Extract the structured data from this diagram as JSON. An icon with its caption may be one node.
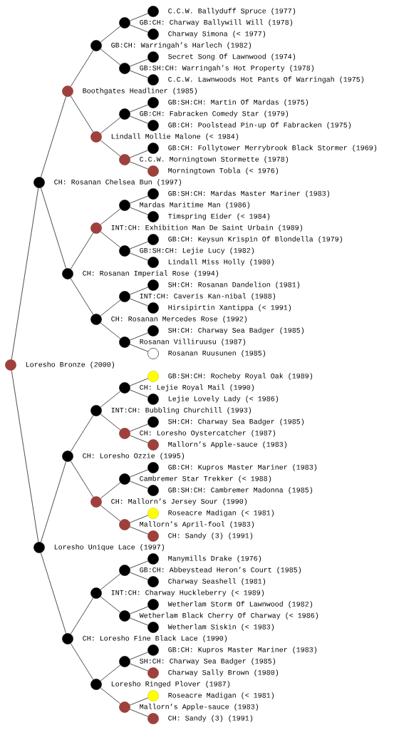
{
  "diagram": {
    "nodes": [
      {
        "text": [
          "C.C.W. Ballyduff Spruce (1977)"
        ]
      },
      {
        "text": [
          "GB:CH: Charway Ballywill Will (1978)"
        ]
      },
      {
        "text": [
          "Charway Simona (< 1977)"
        ]
      },
      {
        "text": [
          "GB:CH: Warringah’s Harlech (1982)"
        ]
      },
      {
        "text": [
          "Secret Song Of Lawnwood (1974)"
        ]
      },
      {
        "text": [
          "GB:SH:CH: Warringah’s Hot Property (1978)"
        ]
      },
      {
        "text": [
          "C.C.W. Lawnwoods Hot Pants Of Warringah (1975)"
        ]
      },
      {
        "text": [
          "Boothgates Headliner (1985)"
        ]
      },
      {
        "text": [
          "GB:SH:CH: Martin Of Mardas (1975)"
        ]
      },
      {
        "text": [
          "GB:CH: Fabracken Comedy Star (1979)"
        ]
      },
      {
        "text": [
          "GB:CH: Poolstead Pin-up Of Fabracken (1975)"
        ]
      },
      {
        "text": [
          "Lindall Mollie Malone (< 1984)"
        ]
      },
      {
        "text": [
          "GB:CH: Follytower Merrybrook Black Stormer (1969)"
        ]
      },
      {
        "text": [
          "C.C.W. Morningtown Stormette (1978)"
        ]
      },
      {
        "text": [
          "Morningtown Tobla (< 1976)"
        ]
      },
      {
        "text": [
          "CH: Rosanan Chelsea Bun (1997)"
        ]
      },
      {
        "text": [
          "GB:SH:CH: Mardas Master Mariner (1983)"
        ]
      },
      {
        "text": [
          "Mardas Maritime Man (1986)"
        ]
      },
      {
        "text": [
          "Timspring Eider (< 1984)"
        ]
      },
      {
        "text": [
          "INT:CH:  Exhibition Man De Saint Urbain (1989)"
        ]
      },
      {
        "text": [
          "GB:CH: Keysun Krispin Of Blondella (1979)"
        ]
      },
      {
        "text": [
          "GB:SH:CH:  Lejie Lucy (1982)"
        ]
      },
      {
        "text": [
          "Lindall Miss Holly (1980)"
        ]
      },
      {
        "text": [
          "CH: Rosanan Imperial Rose (1994)"
        ]
      },
      {
        "text": [
          "SH:CH: Rosanan Dandelion (1981)"
        ]
      },
      {
        "text": [
          "INT:CH: Caveris Kan-nibal (1988)"
        ]
      },
      {
        "text": [
          "Hirsipirtin Xantippa (< 1991)"
        ]
      },
      {
        "text": [
          "CH: Rosanan Mercedes Rose (1992)"
        ]
      },
      {
        "text": [
          "SH:CH: Charway Sea Badger (1985)"
        ]
      },
      {
        "text": [
          "Rosanan Villiruusu (1987)"
        ]
      },
      {
        "text": [
          "Rosanan Ruusunen (1985)"
        ]
      },
      {
        "text": [
          "Loresho Bronze (2000)"
        ]
      },
      {
        "text": [
          "GB:SH:CH: Rocheby Royal Oak (1989)"
        ]
      },
      {
        "text": [
          "CH: Lejie Royal Mail (1990)"
        ]
      },
      {
        "text": [
          "Lejie Lovely Lady (< 1986)"
        ]
      },
      {
        "text": [
          "INT:CH: Bubbling Churchill (1993)"
        ]
      },
      {
        "text": [
          "SH:CH: Charway Sea Badger (1985)"
        ]
      },
      {
        "text": [
          "CH: Loresho Oystercatcher (1987)"
        ]
      },
      {
        "text": [
          "Mallorn’s Apple-sauce (1983)"
        ]
      },
      {
        "text": [
          "CH: Loresho Ozzie (1995)"
        ]
      },
      {
        "text": [
          "GB:CH: Kupros Master Mariner (1983)"
        ]
      },
      {
        "text": [
          "Cambremer Star Trekker (< 1988)"
        ]
      },
      {
        "text": [
          "GB:SH:CH: Cambremer Madonna (1985)"
        ]
      },
      {
        "text": [
          "CH: Mallorn’s Jersey Sour (1990)"
        ]
      },
      {
        "text": [
          "Roseacre Madigan (< 1981)"
        ]
      },
      {
        "text": [
          "Mallorn’s April-fool (1983)"
        ]
      },
      {
        "text": [
          "CH: Sandy (3) (1991)"
        ]
      },
      {
        "text": [
          "Loresho Unique Lace (1997)"
        ]
      },
      {
        "text": [
          "Manymills Drake  (1976)"
        ]
      },
      {
        "text": [
          "GB:CH: Abbeystead Heron’s Court (1985)"
        ]
      },
      {
        "text": [
          "Charway Seashell (1981)"
        ]
      },
      {
        "text": [
          "INT:CH: Charway Huckleberry (< 1989)"
        ]
      },
      {
        "text": [
          "Wetherlam Storm Of Lawnwood (1982)"
        ]
      },
      {
        "text": [
          "Wetherlam Black Cherry Of Charway (< 1986)"
        ]
      },
      {
        "text": [
          "Wetherlam Siskin (< 1983)"
        ]
      },
      {
        "text": [
          "CH: Loresho Fine Black Lace (1990)"
        ]
      },
      {
        "text": [
          "GB:CH: Kupros Master Mariner (1983)"
        ]
      },
      {
        "text": [
          "SH:CH: Charway Sea Badger (1985)"
        ]
      },
      {
        "text": [
          "Charway Sally Brown (1980)"
        ]
      },
      {
        "text": [
          "Loresho Ringed Plover (1987)"
        ]
      },
      {
        "text": [
          "Roseacre Madigan (< 1981)"
        ]
      },
      {
        "text": [
          "Mallorn’s Apple-sauce (1983)"
        ]
      },
      {
        "text": [
          "CH: Sandy (3) (1991)"
        ]
      }
    ],
    "edges": [
      {
        "from": 31,
        "to": 15,
        "arrow": "none"
      },
      {
        "from": 31,
        "to": 47,
        "arrow": "none"
      },
      {
        "from": 15,
        "to": 7,
        "arrow": "none"
      },
      {
        "from": 15,
        "to": 23,
        "arrow": "none"
      },
      {
        "from": 47,
        "to": 39,
        "arrow": "none"
      },
      {
        "from": 47,
        "to": 55,
        "arrow": "none"
      },
      {
        "from": 7,
        "to": 3,
        "arrow": "none"
      },
      {
        "from": 7,
        "to": 11,
        "arrow": "none"
      },
      {
        "from": 23,
        "to": 19,
        "arrow": "none"
      },
      {
        "from": 23,
        "to": 27,
        "arrow": "none"
      },
      {
        "from": 39,
        "to": 35,
        "arrow": "none"
      },
      {
        "from": 39,
        "to": 43,
        "arrow": "none"
      },
      {
        "from": 55,
        "to": 51,
        "arrow": "none"
      },
      {
        "from": 55,
        "to": 59,
        "arrow": "none"
      },
      {
        "from": 3,
        "to": 1,
        "arrow": "none"
      },
      {
        "from": 3,
        "to": 5,
        "arrow": "none"
      },
      {
        "from": 11,
        "to": 9,
        "arrow": "none"
      },
      {
        "from": 11,
        "to": 13,
        "arrow": "none"
      },
      {
        "from": 19,
        "to": 17,
        "arrow": "none"
      },
      {
        "from": 19,
        "to": 21,
        "arrow": "none"
      },
      {
        "from": 27,
        "to": 25,
        "arrow": "none"
      },
      {
        "from": 27,
        "to": 29,
        "arrow": "none"
      },
      {
        "from": 35,
        "to": 33,
        "arrow": "none"
      },
      {
        "from": 35,
        "to": 37,
        "arrow": "none"
      },
      {
        "from": 43,
        "to": 41,
        "arrow": "none"
      },
      {
        "from": 43,
        "to": 45,
        "arrow": "none"
      },
      {
        "from": 51,
        "to": 49,
        "arrow": "none"
      },
      {
        "from": 51,
        "to": 53,
        "arrow": "none"
      },
      {
        "from": 59,
        "to": 57,
        "arrow": "none"
      },
      {
        "from": 59,
        "to": 61,
        "arrow": "none"
      },
      {
        "from": 1,
        "to": 0,
        "arrow": "none"
      },
      {
        "from": 1,
        "to": 2,
        "arrow": "none"
      },
      {
        "from": 5,
        "to": 4,
        "arrow": "none"
      },
      {
        "from": 5,
        "to": 6,
        "arrow": "none"
      },
      {
        "from": 9,
        "to": 8,
        "arrow": "none"
      },
      {
        "from": 9,
        "to": 10,
        "arrow": "none"
      },
      {
        "from": 13,
        "to": 12,
        "arrow": "none"
      },
      {
        "from": 13,
        "to": 14,
        "arrow": "none"
      },
      {
        "from": 17,
        "to": 16,
        "arrow": "none"
      },
      {
        "from": 17,
        "to": 18,
        "arrow": "none"
      },
      {
        "from": 21,
        "to": 20,
        "arrow": "none"
      },
      {
        "from": 21,
        "to": 22,
        "arrow": "none"
      },
      {
        "from": 25,
        "to": 24,
        "arrow": "none"
      },
      {
        "from": 25,
        "to": 26,
        "arrow": "none"
      },
      {
        "from": 29,
        "to": 28,
        "arrow": "none"
      },
      {
        "from": 29,
        "to": 30,
        "arrow": "none"
      },
      {
        "from": 33,
        "to": 32,
        "arrow": "none"
      },
      {
        "from": 33,
        "to": 34,
        "arrow": "none"
      },
      {
        "from": 37,
        "to": 36,
        "arrow": "none"
      },
      {
        "from": 37,
        "to": 38,
        "arrow": "none"
      },
      {
        "from": 41,
        "to": 40,
        "arrow": "none"
      },
      {
        "from": 41,
        "to": 42,
        "arrow": "none"
      },
      {
        "from": 45,
        "to": 44,
        "arrow": "none"
      },
      {
        "from": 45,
        "to": 46,
        "arrow": "none"
      },
      {
        "from": 49,
        "to": 48,
        "arrow": "none"
      },
      {
        "from": 49,
        "to": 50,
        "arrow": "none"
      },
      {
        "from": 53,
        "to": 52,
        "arrow": "none"
      },
      {
        "from": 53,
        "to": 54,
        "arrow": "none"
      },
      {
        "from": 57,
        "to": 56,
        "arrow": "none"
      },
      {
        "from": 57,
        "to": 58,
        "arrow": "none"
      },
      {
        "from": 61,
        "to": 60,
        "arrow": "none"
      },
      {
        "from": 61,
        "to": 62,
        "arrow": "none"
      }
    ]
  }
}
